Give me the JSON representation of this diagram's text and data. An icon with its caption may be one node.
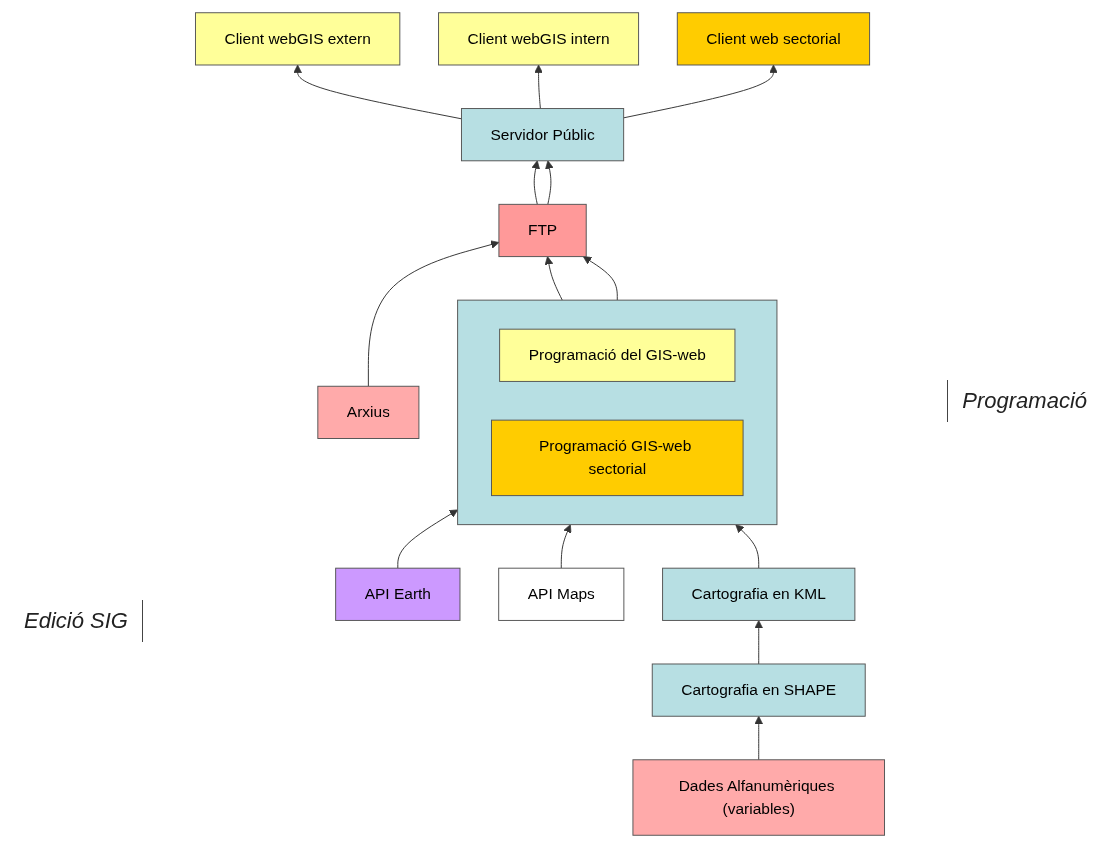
{
  "diagram": {
    "nodes": [
      {
        "text": [
          "Client webGIS extern"
        ]
      },
      {
        "text": [
          "Client webGIS intern"
        ]
      },
      {
        "text": [
          "Client web sectorial"
        ]
      },
      {
        "text": [
          "Servidor Públic"
        ]
      },
      {
        "text": [
          "Arxius"
        ]
      },
      {
        "text": [
          "FTP"
        ]
      },
      {
        "text": [
          "API Earth"
        ]
      },
      {
        "text": [],
        "shape": "box"
      },
      {
        "text": [
          "Programació del GIS-web"
        ],
        "in": 7
      },
      {
        "text": [
          "Programació GIS-web sectorial"
        ],
        "in": 7
      },
      {
        "text": [
          "API Maps"
        ]
      },
      {
        "text": [
          "Cartografia en KML"
        ]
      },
      {
        "text": [
          "Cartografia en SHAPE"
        ]
      },
      {
        "text": [
          "Dades Alfanumèriques (variables)"
        ]
      }
    ],
    "edges": [
      {
        "from": 3,
        "to": 0,
        "arrow": "to"
      },
      {
        "from": 3,
        "to": 1,
        "arrow": "to"
      },
      {
        "from": 3,
        "to": 2,
        "arrow": "to"
      },
      {
        "from": 5,
        "to": 3,
        "arrow": "to"
      },
      {
        "from": 5,
        "to": 3,
        "arrow": "to"
      },
      {
        "from": 4,
        "to": 5,
        "arrow": "to"
      },
      {
        "from": 7,
        "to": 5,
        "arrow": "to"
      },
      {
        "from": 7,
        "to": 5,
        "arrow": "to"
      },
      {
        "from": 6,
        "to": 7,
        "arrow": "to"
      },
      {
        "from": 10,
        "to": 7,
        "arrow": "to"
      },
      {
        "from": 11,
        "to": 7,
        "arrow": "to"
      },
      {
        "from": 12,
        "to": 11,
        "arrow": "to"
      },
      {
        "from": 13,
        "to": 12,
        "arrow": "to"
      }
    ],
    "labels": [
      "Programació",
      "Edició SIG"
    ]
  }
}
